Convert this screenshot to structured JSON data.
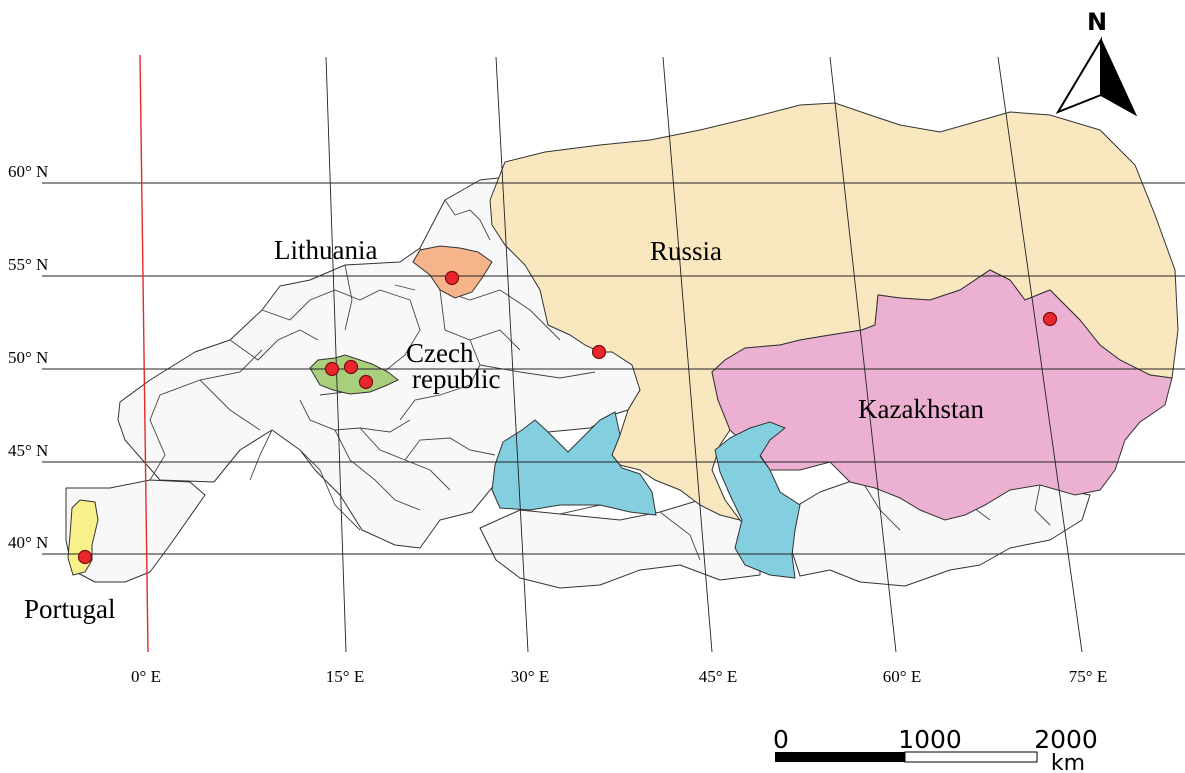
{
  "colors": {
    "russia": "#f9e7c0",
    "kazakhstan": "#ecb1d2",
    "lithuania": "#f6b48a",
    "czech_republic": "#a9cf7c",
    "portugal": "#f8f08a",
    "water": "#84cfdf",
    "land": "#f8f8f8",
    "prime_meridian": "#e42a2a",
    "site_marker": "#e8262b"
  },
  "labels": {
    "russia": "Russia",
    "kazakhstan": "Kazakhstan",
    "lithuania": "Lithuania",
    "czech_line1": "Czech",
    "czech_line2": "republic",
    "portugal": "Portugal"
  },
  "latitudes": [
    "60° N",
    "55° N",
    "50° N",
    "45° N",
    "40° N"
  ],
  "longitudes": [
    "0° E",
    "15° E",
    "30° E",
    "45° E",
    "60° E",
    "75° E"
  ],
  "north_arrow": {
    "label": "N"
  },
  "scale_bar": {
    "ticks": [
      "0",
      "1000",
      "2000"
    ],
    "unit": "km"
  },
  "sites": [
    {
      "country": "Portugal"
    },
    {
      "country": "Czech republic"
    },
    {
      "country": "Czech republic"
    },
    {
      "country": "Czech republic"
    },
    {
      "country": "Lithuania"
    },
    {
      "country": "Russia"
    },
    {
      "country": "Kazakhstan"
    }
  ]
}
